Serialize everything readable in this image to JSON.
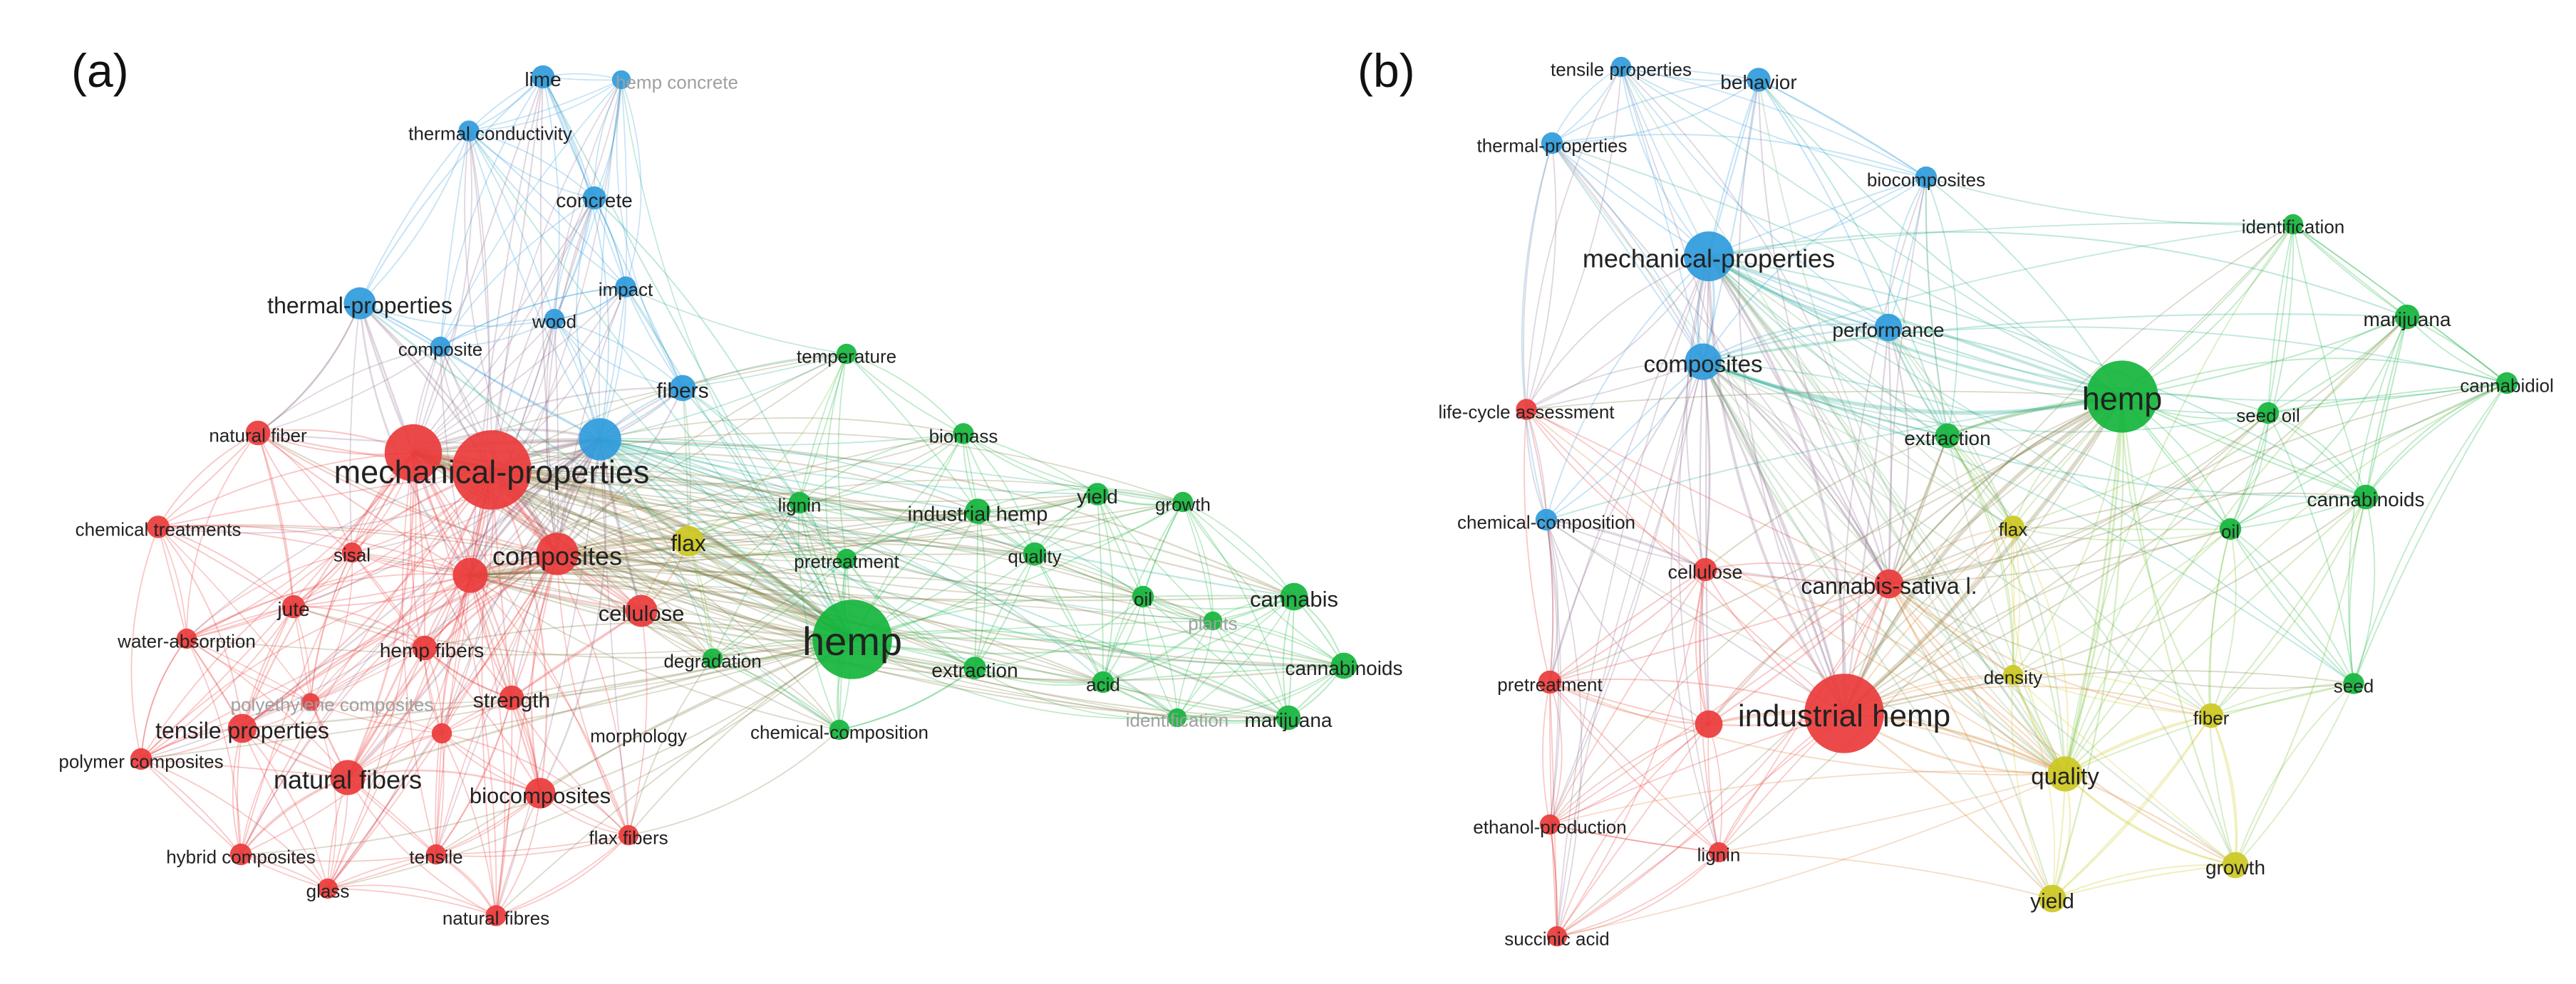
{
  "panels": [
    {
      "id": "a",
      "letter": "(a)",
      "nodes": [
        {
          "id": "lime",
          "label": "lime",
          "cluster": "blue",
          "weight": 1.4
        },
        {
          "id": "hemp-concrete",
          "label": "hemp concrete",
          "cluster": "blue",
          "weight": 0.8,
          "faded": true
        },
        {
          "id": "thermal-conductivity",
          "label": "thermal conductivity",
          "cluster": "blue",
          "weight": 1.1
        },
        {
          "id": "concrete",
          "label": "concrete",
          "cluster": "blue",
          "weight": 1.4
        },
        {
          "id": "thermal-properties",
          "label": "thermal-properties",
          "cluster": "blue",
          "weight": 2.6
        },
        {
          "id": "wood",
          "label": "wood",
          "cluster": "blue",
          "weight": 1.0
        },
        {
          "id": "impact",
          "label": "impact",
          "cluster": "blue",
          "weight": 1.1
        },
        {
          "id": "composite",
          "label": "composite",
          "cluster": "blue",
          "weight": 1.0
        },
        {
          "id": "fibers",
          "label": "fibers",
          "cluster": "blue",
          "weight": 1.8
        },
        {
          "id": "blue-hub",
          "label": "",
          "cluster": "blue",
          "weight": 4.0
        },
        {
          "id": "natural-fiber",
          "label": "natural fiber",
          "cluster": "red",
          "weight": 1.6
        },
        {
          "id": "red-big-1",
          "label": "",
          "cluster": "red",
          "weight": 6.0
        },
        {
          "id": "mechanical-properties",
          "label": "mechanical-properties",
          "cluster": "red",
          "weight": 9.0
        },
        {
          "id": "chemical-treatments",
          "label": "chemical treatments",
          "cluster": "red",
          "weight": 1.3
        },
        {
          "id": "sisal",
          "label": "sisal",
          "cluster": "red",
          "weight": 1.0
        },
        {
          "id": "composites",
          "label": "composites",
          "cluster": "red",
          "weight": 4.0
        },
        {
          "id": "red-mid",
          "label": "",
          "cluster": "red",
          "weight": 3.0
        },
        {
          "id": "jute",
          "label": "jute",
          "cluster": "red",
          "weight": 1.4
        },
        {
          "id": "water-absorption",
          "label": "water-absorption",
          "cluster": "red",
          "weight": 1.0
        },
        {
          "id": "cellulose",
          "label": "cellulose",
          "cluster": "red",
          "weight": 2.6
        },
        {
          "id": "hemp-fibers",
          "label": "hemp fibers",
          "cluster": "red",
          "weight": 1.6
        },
        {
          "id": "polyethylene-composites",
          "label": "polyethylene composites",
          "cluster": "red",
          "weight": 0.7,
          "faded": true
        },
        {
          "id": "strength",
          "label": "strength",
          "cluster": "red",
          "weight": 1.6
        },
        {
          "id": "tensile-properties",
          "label": "tensile properties",
          "cluster": "red",
          "weight": 2.2
        },
        {
          "id": "polymer-composites",
          "label": "polymer composites",
          "cluster": "red",
          "weight": 1.2
        },
        {
          "id": "morphology",
          "label": "morphology",
          "cluster": "red",
          "weight": 1.0
        },
        {
          "id": "natural-fibers",
          "label": "natural fibers",
          "cluster": "red",
          "weight": 3.0
        },
        {
          "id": "biocomposites",
          "label": "biocomposites",
          "cluster": "red",
          "weight": 2.4
        },
        {
          "id": "flax-fibers",
          "label": "flax fibers",
          "cluster": "red",
          "weight": 1.0
        },
        {
          "id": "hybrid-composites",
          "label": "hybrid composites",
          "cluster": "red",
          "weight": 1.2
        },
        {
          "id": "tensile",
          "label": "tensile",
          "cluster": "red",
          "weight": 1.0
        },
        {
          "id": "glass",
          "label": "glass",
          "cluster": "red",
          "weight": 1.0
        },
        {
          "id": "natural-fibres",
          "label": "natural fibres",
          "cluster": "red",
          "weight": 1.1
        },
        {
          "id": "flax",
          "label": "flax",
          "cluster": "yellow",
          "weight": 2.4
        },
        {
          "id": "temperature",
          "label": "temperature",
          "cluster": "green",
          "weight": 1.0
        },
        {
          "id": "biomass",
          "label": "biomass",
          "cluster": "green",
          "weight": 1.1
        },
        {
          "id": "lignin",
          "label": "lignin",
          "cluster": "green",
          "weight": 1.2
        },
        {
          "id": "industrial-hemp",
          "label": "industrial hemp",
          "cluster": "green",
          "weight": 1.7
        },
        {
          "id": "yield",
          "label": "yield",
          "cluster": "green",
          "weight": 1.3
        },
        {
          "id": "growth",
          "label": "growth",
          "cluster": "green",
          "weight": 1.0
        },
        {
          "id": "pretreatment",
          "label": "pretreatment",
          "cluster": "green",
          "weight": 1.0
        },
        {
          "id": "quality",
          "label": "quality",
          "cluster": "green",
          "weight": 1.4
        },
        {
          "id": "hemp",
          "label": "hemp",
          "cluster": "green",
          "weight": 9.0
        },
        {
          "id": "oil",
          "label": "oil",
          "cluster": "green",
          "weight": 1.2
        },
        {
          "id": "cannabis",
          "label": "cannabis",
          "cluster": "green",
          "weight": 2.0
        },
        {
          "id": "plants",
          "label": "plants",
          "cluster": "green",
          "weight": 0.8,
          "faded": true
        },
        {
          "id": "degradation",
          "label": "degradation",
          "cluster": "green",
          "weight": 1.0
        },
        {
          "id": "extraction",
          "label": "extraction",
          "cluster": "green",
          "weight": 1.3
        },
        {
          "id": "acid",
          "label": "acid",
          "cluster": "green",
          "weight": 1.2
        },
        {
          "id": "cannabinoids",
          "label": "cannabinoids",
          "cluster": "green",
          "weight": 1.8
        },
        {
          "id": "identification",
          "label": "identification",
          "cluster": "green",
          "weight": 0.8,
          "faded": true
        },
        {
          "id": "marijuana",
          "label": "marijuana",
          "cluster": "green",
          "weight": 1.6
        },
        {
          "id": "chemical-composition",
          "label": "chemical-composition",
          "cluster": "green",
          "weight": 1.0
        }
      ]
    },
    {
      "id": "b",
      "letter": "(b)",
      "nodes": [
        {
          "id": "tensile-properties",
          "label": "tensile properties",
          "cluster": "blue",
          "weight": 1.0
        },
        {
          "id": "behavior",
          "label": "behavior",
          "cluster": "blue",
          "weight": 1.5
        },
        {
          "id": "thermal-properties",
          "label": "thermal-properties",
          "cluster": "blue",
          "weight": 1.2
        },
        {
          "id": "biocomposites",
          "label": "biocomposites",
          "cluster": "blue",
          "weight": 1.2
        },
        {
          "id": "mechanical-properties",
          "label": "mechanical-properties",
          "cluster": "blue",
          "weight": 5.0
        },
        {
          "id": "composites",
          "label": "composites",
          "cluster": "blue",
          "weight": 3.2
        },
        {
          "id": "performance",
          "label": "performance",
          "cluster": "blue",
          "weight": 2.0
        },
        {
          "id": "chemical-composition",
          "label": "chemical-composition",
          "cluster": "blue",
          "weight": 1.2
        },
        {
          "id": "identification",
          "label": "identification",
          "cluster": "green",
          "weight": 1.0
        },
        {
          "id": "marijuana",
          "label": "marijuana",
          "cluster": "green",
          "weight": 1.6
        },
        {
          "id": "cannabidiol",
          "label": "cannabidiol",
          "cluster": "green",
          "weight": 1.2
        },
        {
          "id": "hemp",
          "label": "hemp",
          "cluster": "green",
          "weight": 8.0
        },
        {
          "id": "seed-oil",
          "label": "seed oil",
          "cluster": "green",
          "weight": 1.2
        },
        {
          "id": "extraction",
          "label": "extraction",
          "cluster": "green",
          "weight": 1.6
        },
        {
          "id": "cannabinoids",
          "label": "cannabinoids",
          "cluster": "green",
          "weight": 1.6
        },
        {
          "id": "oil",
          "label": "oil",
          "cluster": "green",
          "weight": 1.2
        },
        {
          "id": "seed",
          "label": "seed",
          "cluster": "green",
          "weight": 1.1
        },
        {
          "id": "life-cycle-assessment",
          "label": "life-cycle assessment",
          "cluster": "red",
          "weight": 1.1
        },
        {
          "id": "cellulose",
          "label": "cellulose",
          "cluster": "red",
          "weight": 1.4
        },
        {
          "id": "cannabis-sativa",
          "label": "cannabis-sativa l.",
          "cluster": "red",
          "weight": 2.2
        },
        {
          "id": "pretreatment",
          "label": "pretreatment",
          "cluster": "red",
          "weight": 1.4
        },
        {
          "id": "industrial-hemp",
          "label": "industrial hemp",
          "cluster": "red",
          "weight": 9.0
        },
        {
          "id": "red-small",
          "label": "",
          "cluster": "red",
          "weight": 2.0
        },
        {
          "id": "ethanol-production",
          "label": "ethanol-production",
          "cluster": "red",
          "weight": 1.0
        },
        {
          "id": "lignin",
          "label": "lignin",
          "cluster": "red",
          "weight": 1.0
        },
        {
          "id": "succinic-acid",
          "label": "succinic acid",
          "cluster": "red",
          "weight": 1.0
        },
        {
          "id": "flax",
          "label": "flax",
          "cluster": "yellow",
          "weight": 1.3
        },
        {
          "id": "density",
          "label": "density",
          "cluster": "yellow",
          "weight": 1.0
        },
        {
          "id": "fiber",
          "label": "fiber",
          "cluster": "yellow",
          "weight": 1.6
        },
        {
          "id": "quality",
          "label": "quality",
          "cluster": "yellow",
          "weight": 3.0
        },
        {
          "id": "growth",
          "label": "growth",
          "cluster": "yellow",
          "weight": 1.8
        },
        {
          "id": "yield",
          "label": "yield",
          "cluster": "yellow",
          "weight": 2.0
        }
      ]
    }
  ],
  "colors": {
    "blue": "#2f9bdc",
    "red": "#ea3b3b",
    "green": "#14b53c",
    "yellow": "#cdc822",
    "faded_label": "#a0a0a0",
    "label": "#222222"
  }
}
